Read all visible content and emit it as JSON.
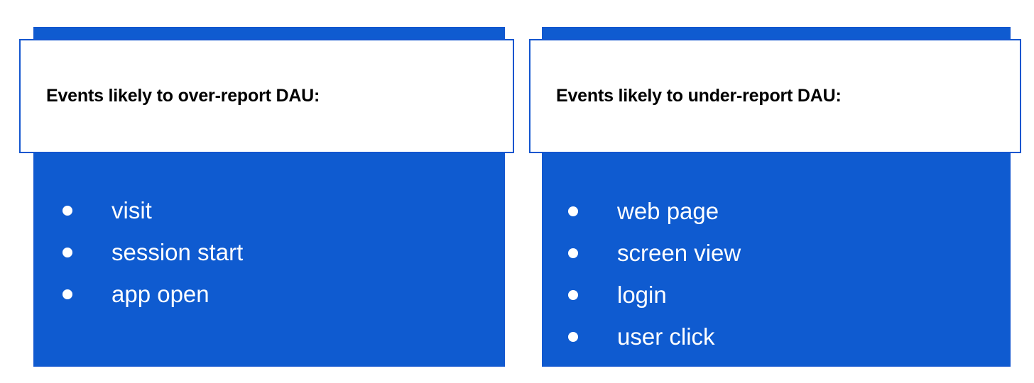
{
  "slide": {
    "background_color": "#FFFFFF",
    "accent_blue": "#0F5BD0",
    "border_blue": "#1456CF",
    "text_on_blue": "#FFFFFF",
    "title_color": "#000000"
  },
  "cards": [
    {
      "id": "over-report",
      "title": "Events likely to over-report DAU:",
      "bullets": [
        {
          "label": "visit"
        },
        {
          "label": "session start"
        },
        {
          "label": "app open"
        }
      ]
    },
    {
      "id": "under-report",
      "title": "Events likely to under-report DAU:",
      "bullets": [
        {
          "label": "web page"
        },
        {
          "label": "screen view"
        },
        {
          "label": "login"
        },
        {
          "label": "user click"
        }
      ]
    }
  ]
}
